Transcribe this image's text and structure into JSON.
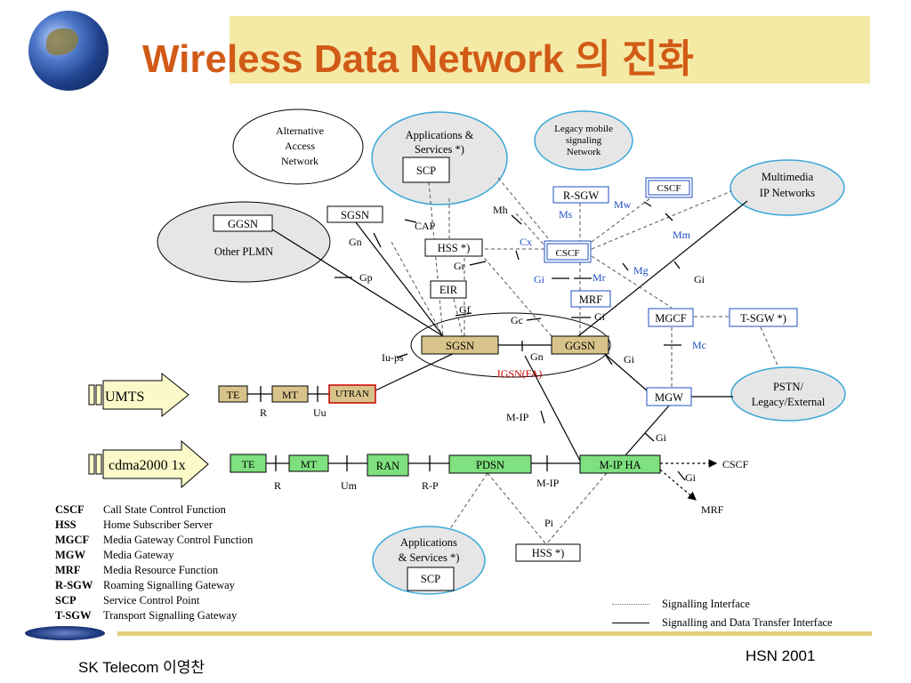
{
  "title": "Wireless Data Network 의 진화",
  "footer": {
    "left": "SK Telecom 이영찬",
    "right": "HSN 2001"
  },
  "legend": [
    {
      "abbr": "CSCF",
      "desc": "Call State Control Function"
    },
    {
      "abbr": "HSS",
      "desc": "Home Subscriber Server"
    },
    {
      "abbr": "MGCF",
      "desc": "Media Gateway Control Function"
    },
    {
      "abbr": "MGW",
      "desc": "Media Gateway"
    },
    {
      "abbr": "MRF",
      "desc": "Media Resource Function"
    },
    {
      "abbr": "R-SGW",
      "desc": "Roaming Signalling Gateway"
    },
    {
      "abbr": "SCP",
      "desc": "Service Control Point"
    },
    {
      "abbr": "T-SGW",
      "desc": "Transport Signalling Gateway"
    }
  ],
  "interface_legend": {
    "signalling": "Signalling Interface",
    "signalling_data": "Signalling and Data Transfer Interface"
  },
  "clouds": {
    "alt_access": [
      "Alternative",
      "Access",
      "Network"
    ],
    "apps_top": [
      "Applications &",
      "Services *)"
    ],
    "legacy": [
      "Legacy mobile",
      "signaling",
      "Network"
    ],
    "multimedia": [
      "Multimedia",
      "IP Networks"
    ],
    "other_plmn": "Other PLMN",
    "pstn": [
      "PSTN/",
      "Legacy/External"
    ],
    "apps_bottom": [
      "Applications",
      "& Services *)"
    ]
  },
  "nodes": {
    "scp": "SCP",
    "ggsn_plmn": "GGSN",
    "sgsn_top": "SGSN",
    "hss": "HSS *)",
    "eir": "EIR",
    "rsgw": "R-SGW",
    "cscf_top": "CSCF",
    "cscf_mid": "CSCF",
    "mrf": "MRF",
    "mgcf": "MGCF",
    "tsgw": "T-SGW *)",
    "sgsn": "SGSN",
    "ggsn": "GGSN",
    "igsn": "IGSN(FA)",
    "mgw": "MGW",
    "te1": "TE",
    "mt1": "MT",
    "utran": "UTRAN",
    "umts": "UMTS",
    "te2": "TE",
    "mt2": "MT",
    "ran": "RAN",
    "pdsn": "PDSN",
    "miph": "M-IP HA",
    "cdma": "cdma2000 1x",
    "scp_b": "SCP",
    "hss_b": "HSS *)",
    "cscf_out": "CSCF",
    "mrf_out": "MRF"
  },
  "interfaces": {
    "gn1": "Gn",
    "gp": "Gp",
    "cap": "CAP",
    "gr": "Gr",
    "gf": "Gf",
    "gc": "Gc",
    "mh": "Mh",
    "ms": "Ms",
    "cx": "Cx",
    "mw": "Mw",
    "mm": "Mm",
    "mg": "Mg",
    "gi1": "Gi",
    "mr": "Mr",
    "gi2": "Gi",
    "gi3": "Gi",
    "mc": "Mc",
    "iups": "Iu-ps",
    "gn2": "Gn",
    "gi4": "Gi",
    "r1": "R",
    "uu": "Uu",
    "mip1": "M-IP",
    "gi5": "Gi",
    "r2": "R",
    "um": "Um",
    "rp": "R-P",
    "mip2": "M-IP",
    "gi6": "Gi",
    "pi": "Pi"
  }
}
